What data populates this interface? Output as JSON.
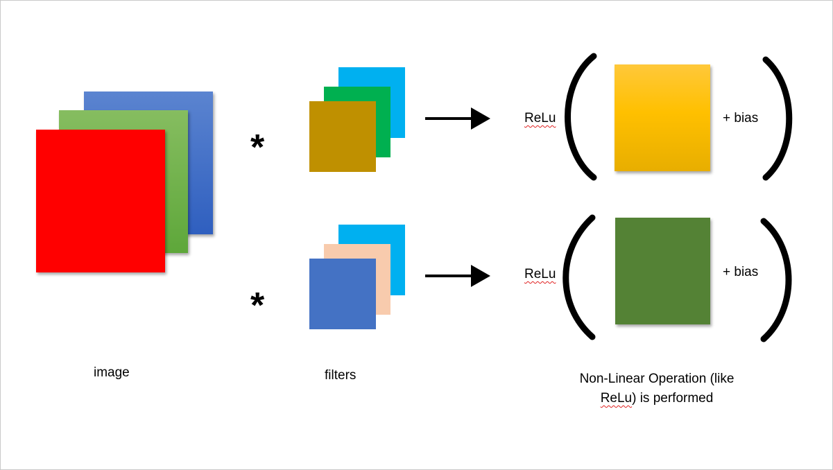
{
  "diagram": {
    "operator_symbol": "*",
    "relu_label": "ReLu",
    "bias_label": "+ bias",
    "captions": {
      "image": "image",
      "filters": "filters",
      "nonlinear_line1": "Non-Linear Operation (like",
      "nonlinear_relu": "ReLu",
      "nonlinear_line2_rest": ") is performed"
    }
  },
  "colors": {
    "image_red": "#ff0000",
    "image_green": "#70ad47",
    "image_blue": "#4472c4",
    "filter1_back": "#00b0f0",
    "filter1_mid": "#00b050",
    "filter1_front": "#bf9000",
    "filter2_back": "#00b0f0",
    "filter2_mid": "#f8cbad",
    "filter2_front": "#4472c4",
    "output1": "#ffc000",
    "output2": "#548235"
  }
}
